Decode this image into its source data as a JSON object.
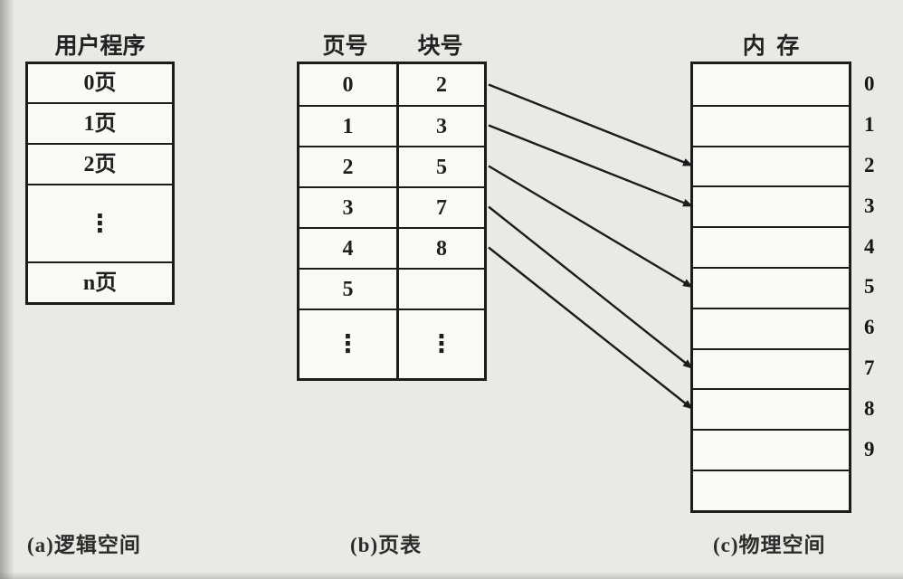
{
  "figure": {
    "captions": {
      "a": "(a)逻辑空间",
      "b": "(b)页表",
      "c": "(c)物理空间"
    },
    "logical_space": {
      "title": "用户程序",
      "rows": [
        "0页",
        "1页",
        "2页",
        "⋮",
        "n页"
      ]
    },
    "page_table": {
      "headers": {
        "page_no": "页号",
        "block_no": "块号"
      },
      "rows": [
        {
          "page": "0",
          "block": "2"
        },
        {
          "page": "1",
          "block": "3"
        },
        {
          "page": "2",
          "block": "5"
        },
        {
          "page": "3",
          "block": "7"
        },
        {
          "page": "4",
          "block": "8"
        },
        {
          "page": "5",
          "block": ""
        },
        {
          "page": "⋮",
          "block": "⋮"
        }
      ]
    },
    "memory": {
      "title": "内  存",
      "row_labels": [
        "0",
        "1",
        "2",
        "3",
        "4",
        "5",
        "6",
        "7",
        "8",
        "9",
        ""
      ]
    },
    "mappings": [
      {
        "from_page_row": 0,
        "to_frame": 2
      },
      {
        "from_page_row": 1,
        "to_frame": 3
      },
      {
        "from_page_row": 2,
        "to_frame": 5
      },
      {
        "from_page_row": 3,
        "to_frame": 7
      },
      {
        "from_page_row": 4,
        "to_frame": 8
      }
    ],
    "colors": {
      "line": "#1c1c1c",
      "background": "#e9e9e5",
      "cell": "#fafaf7"
    }
  }
}
